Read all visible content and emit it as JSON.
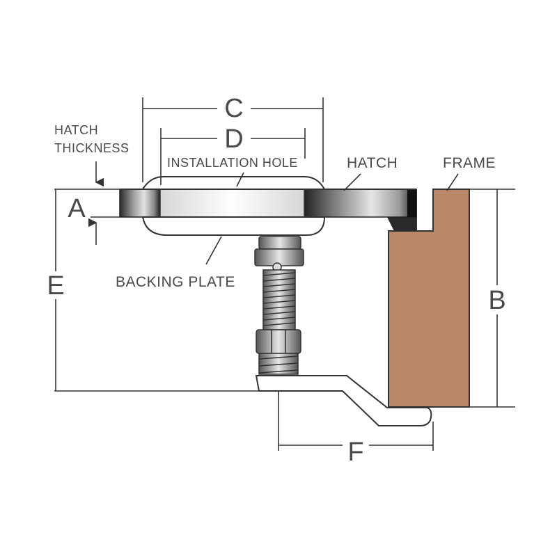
{
  "labels": {
    "hatch_thickness_line1": "HATCH",
    "hatch_thickness_line2": "THICKNESS",
    "installation_hole": "INSTALLATION HOLE",
    "hatch": "HATCH",
    "frame": "FRAME",
    "backing_plate": "BACKING PLATE"
  },
  "dimensions": {
    "a": "A",
    "b": "B",
    "c": "C",
    "d": "D",
    "e": "E",
    "f": "F"
  },
  "colors": {
    "frame_wood": "#b9876a",
    "line": "#333333",
    "text": "#4a4a4a",
    "metal_dark": "#2b2b2b",
    "metal_light": "#d9d9d9"
  }
}
